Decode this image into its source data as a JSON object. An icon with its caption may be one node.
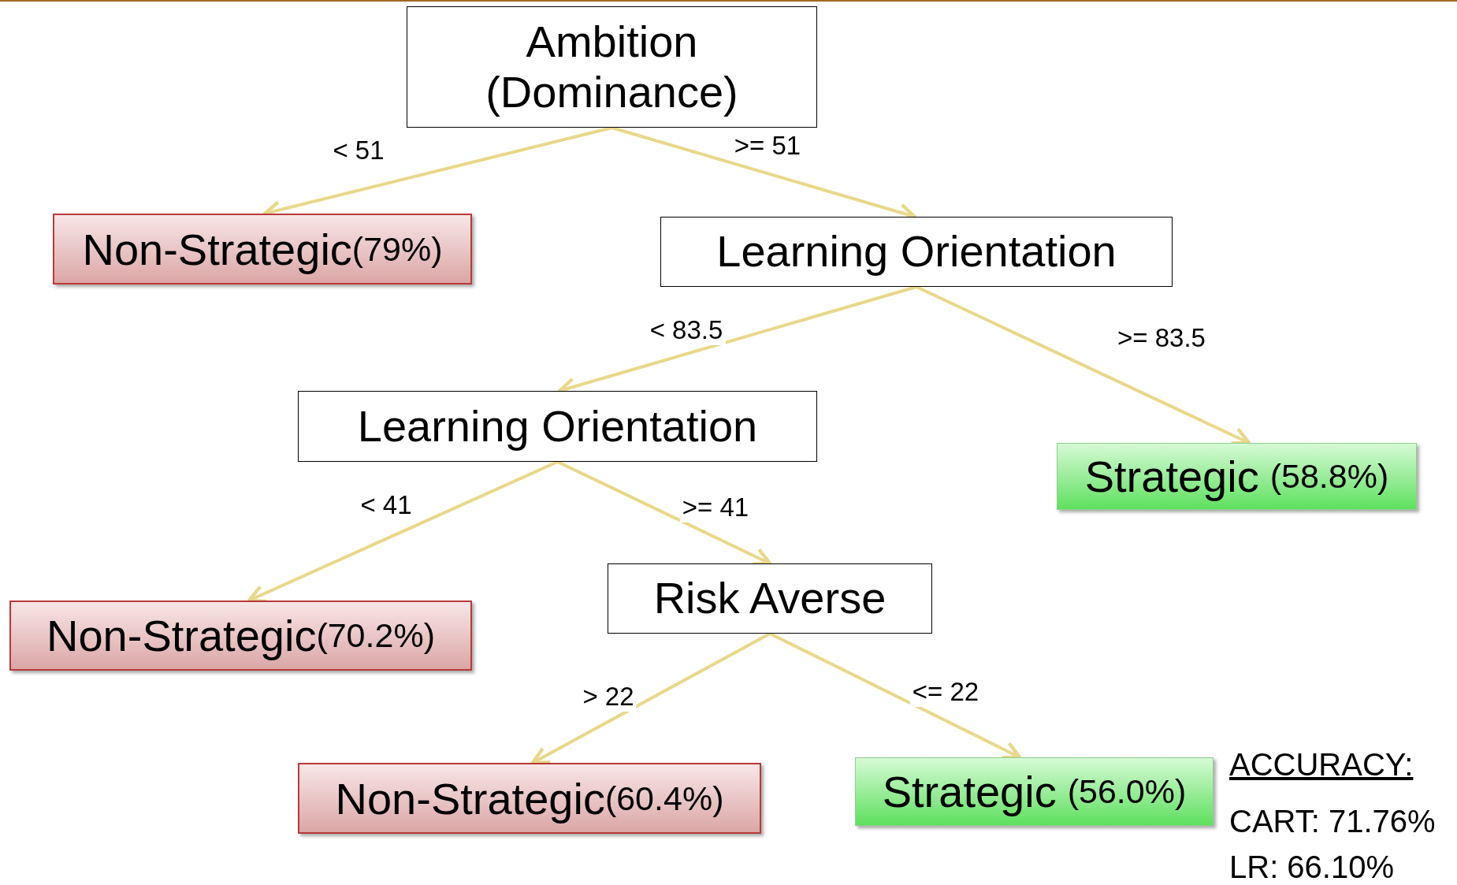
{
  "diagram": {
    "nodes": [
      {
        "text": [
          "Ambition (Dominance)"
        ]
      },
      {
        "text": [
          "Non-Strategic",
          "(79%)"
        ]
      },
      {
        "text": [
          "Learning Orientation"
        ]
      },
      {
        "text": [
          "Learning Orientation"
        ]
      },
      {
        "text": [
          "Strategic",
          "(58.8%)"
        ]
      },
      {
        "text": [
          "Non-Strategic",
          "(70.2%)"
        ]
      },
      {
        "text": [
          "Risk Averse"
        ]
      },
      {
        "text": [
          "Non-Strategic",
          "(60.4%)"
        ]
      },
      {
        "text": [
          "Strategic",
          "(56.0%)"
        ]
      }
    ],
    "edges": [
      {
        "from": 0,
        "to": 1,
        "arrow": "to",
        "label": "< 51"
      },
      {
        "from": 0,
        "to": 2,
        "arrow": "to",
        "label": ">= 51"
      },
      {
        "from": 2,
        "to": 3,
        "arrow": "to",
        "label": "< 83.5"
      },
      {
        "from": 2,
        "to": 4,
        "arrow": "to",
        "label": ">= 83.5"
      },
      {
        "from": 3,
        "to": 5,
        "arrow": "to",
        "label": "< 41"
      },
      {
        "from": 3,
        "to": 6,
        "arrow": "to",
        "label": ">= 41"
      },
      {
        "from": 6,
        "to": 7,
        "arrow": "to",
        "label": "> 22"
      },
      {
        "from": 6,
        "to": 8,
        "arrow": "to",
        "label": "<= 22"
      }
    ],
    "labels": [
      "ACCURACY:",
      "CART: 71.76%",
      "LR: 66.10%"
    ]
  }
}
